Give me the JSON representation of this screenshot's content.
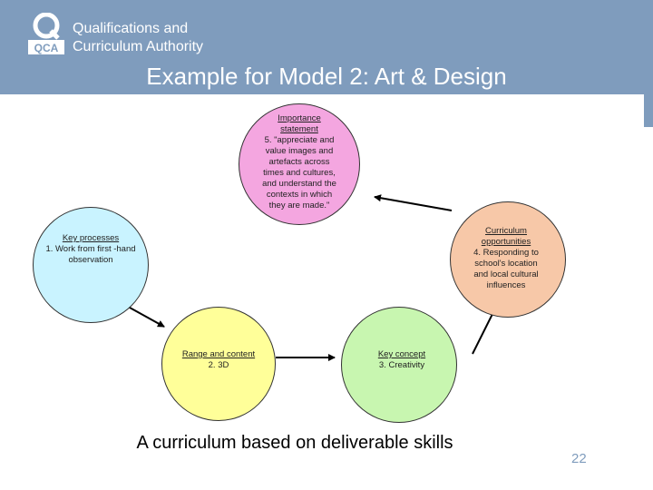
{
  "header": {
    "org_line1": "Qualifications and",
    "org_line2": "Curriculum Authority",
    "logo_letters": "QCA",
    "title": "Example for Model 2: Art & Design"
  },
  "nodes": {
    "importance": {
      "title": "Importance statement",
      "text": "5. \"appreciate and value images and artefacts across times and cultures, and understand the contexts in which they are made.\"",
      "color": "#f4a6e0"
    },
    "curriculum": {
      "title": "Curriculum opportunities",
      "text": "4. Responding to school's location and local cultural influences",
      "color": "#f7c8a8"
    },
    "key_processes": {
      "title": "Key processes",
      "text": "1. Work from first -hand observation",
      "color": "#c9f3ff"
    },
    "range": {
      "title": "Range and content",
      "text": "2. 3D",
      "color": "#ffff99"
    },
    "key_concept": {
      "title": "Key concept",
      "text": "3. Creativity",
      "color": "#c8f6b0"
    }
  },
  "caption": "A curriculum based on deliverable skills",
  "page_number": "22"
}
